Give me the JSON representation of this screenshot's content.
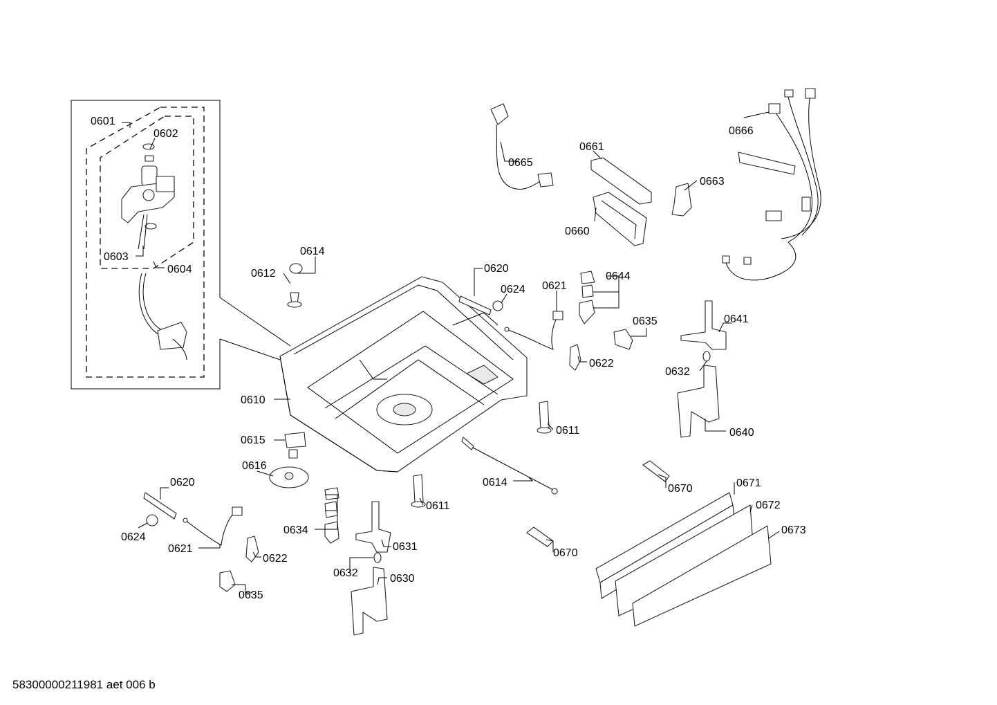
{
  "labels": {
    "p0601": "0601",
    "p0602": "0602",
    "p0603": "0603",
    "p0604": "0604",
    "p0610": "0610",
    "p0611a": "0611",
    "p0611b": "0611",
    "p0612": "0612",
    "p0614a": "0614",
    "p0614b": "0614",
    "p0615": "0615",
    "p0616": "0616",
    "p0620a": "0620",
    "p0620b": "0620",
    "p0621a": "0621",
    "p0621b": "0621",
    "p0622a": "0622",
    "p0622b": "0622",
    "p0624a": "0624",
    "p0624b": "0624",
    "p0630": "0630",
    "p0631": "0631",
    "p0632a": "0632",
    "p0632b": "0632",
    "p0634": "0634",
    "p0635a": "0635",
    "p0635b": "0635",
    "p0640": "0640",
    "p0641": "0641",
    "p0644": "0644",
    "p0660": "0660",
    "p0661": "0661",
    "p0663": "0663",
    "p0665": "0665",
    "p0666": "0666",
    "p0670a": "0670",
    "p0670b": "0670",
    "p0671": "0671",
    "p0672": "0672",
    "p0673": "0673"
  },
  "footer": "58300000211981 aet 006 b"
}
